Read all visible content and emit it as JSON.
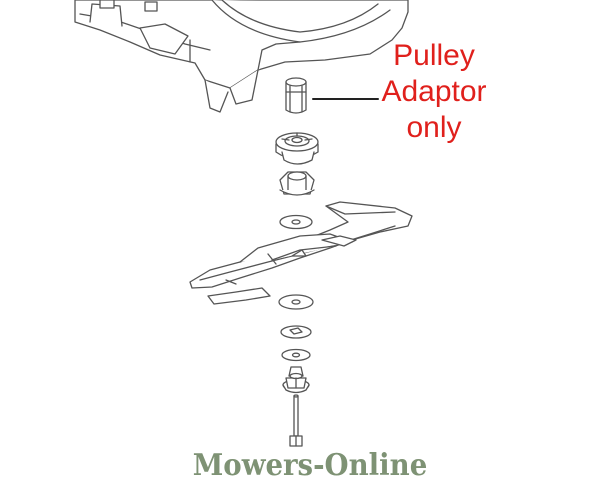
{
  "callout": {
    "line1": "Pulley",
    "line2": "Adaptor",
    "line3": "only",
    "color": "#e0201c"
  },
  "watermark": {
    "text": "Mowers-Online",
    "color": "#7e9274"
  },
  "line_color": "#555555"
}
